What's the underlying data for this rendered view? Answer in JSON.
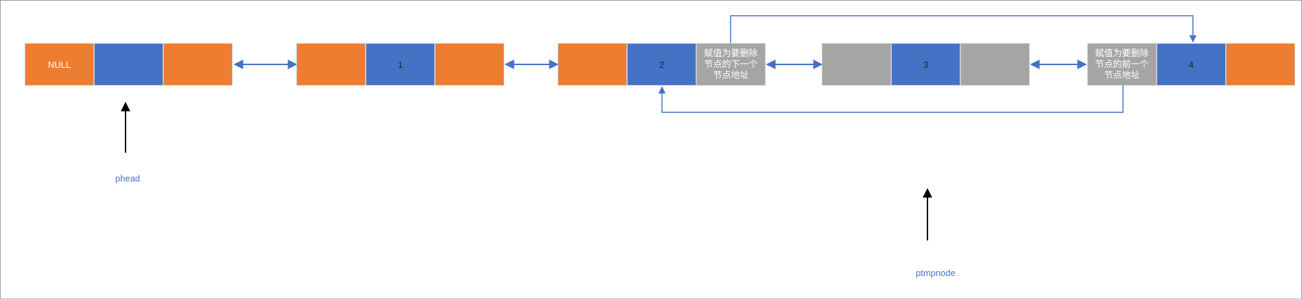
{
  "colors": {
    "orange": "#ED7D31",
    "blue": "#4472C4",
    "gray": "#A5A5A5",
    "connector": "#4472C4",
    "pointer": "#000000"
  },
  "nodes": [
    {
      "id": "node-null",
      "prev": "",
      "data": "NULL",
      "next": "",
      "fills": [
        "orange",
        "blue",
        "orange"
      ],
      "data_index": 0
    },
    {
      "id": "node-1",
      "prev": "",
      "data": "1",
      "next": "",
      "fills": [
        "orange",
        "blue",
        "orange"
      ],
      "data_index": 1
    },
    {
      "id": "node-2",
      "prev": "",
      "data": "2",
      "next": "赋值为要删除\n节点的下一个\n节点地址",
      "fills": [
        "orange",
        "blue",
        "gray"
      ],
      "data_index": 1
    },
    {
      "id": "node-3",
      "prev": "",
      "data": "3",
      "next": "",
      "fills": [
        "gray",
        "blue",
        "gray"
      ],
      "data_index": 1
    },
    {
      "id": "node-4",
      "prev": "赋值为要删除\n节点的前一个\n节点地址",
      "data": "4",
      "next": "",
      "fills": [
        "gray",
        "blue",
        "orange"
      ],
      "data_index": 1
    }
  ],
  "pointers": {
    "phead": "phead",
    "ptmpnode": "ptmpnode"
  }
}
